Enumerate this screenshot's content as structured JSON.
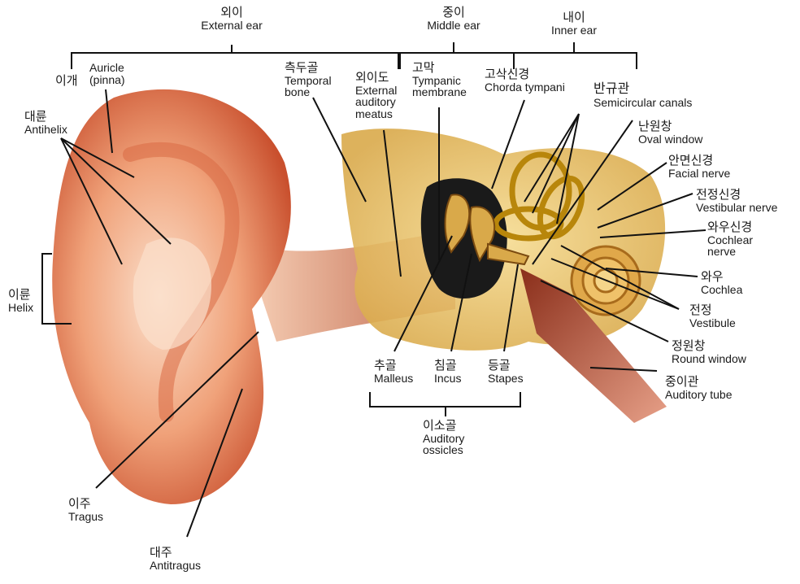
{
  "labels": {
    "external_ear": {
      "ko": "외이",
      "en": "External ear"
    },
    "middle_ear": {
      "ko": "중이",
      "en": "Middle ear"
    },
    "inner_ear": {
      "ko": "내이",
      "en": "Inner ear"
    },
    "auricle": {
      "ko": "이개",
      "en1": "Auricle",
      "en2": "(pinna)"
    },
    "antihelix": {
      "ko": "대륜",
      "en": "Antihelix"
    },
    "helix": {
      "ko": "이륜",
      "en": "Helix"
    },
    "temporal_bone": {
      "ko": "측두골",
      "en1": "Temporal",
      "en2": "bone"
    },
    "external_auditory_meatus": {
      "ko": "외이도",
      "en1": "External",
      "en2": "auditory",
      "en3": "meatus"
    },
    "tympanic_membrane": {
      "ko": "고막",
      "en1": "Tympanic",
      "en2": "membrane"
    },
    "chorda_tympani": {
      "ko": "고삭신경",
      "en": "Chorda tympani"
    },
    "semicircular_canals": {
      "ko": "반규관",
      "en": "Semicircular canals"
    },
    "oval_window": {
      "ko": "난원창",
      "en": "Oval window"
    },
    "facial_nerve": {
      "ko": "안면신경",
      "en": "Facial nerve"
    },
    "vestibular_nerve": {
      "ko": "전정신경",
      "en": "Vestibular nerve"
    },
    "cochlear_nerve": {
      "ko": "와우신경",
      "en1": "Cochlear",
      "en2": "nerve"
    },
    "cochlea": {
      "ko": "와우",
      "en": "Cochlea"
    },
    "vestibule": {
      "ko": "전정",
      "en": "Vestibule"
    },
    "round_window": {
      "ko": "정원창",
      "en": "Round window"
    },
    "auditory_tube": {
      "ko": "중이관",
      "en": "Auditory tube"
    },
    "malleus": {
      "ko": "추골",
      "en": "Malleus"
    },
    "incus": {
      "ko": "침골",
      "en": "Incus"
    },
    "stapes": {
      "ko": "등골",
      "en": "Stapes"
    },
    "auditory_ossicles": {
      "ko": "이소골",
      "en1": "Auditory",
      "en2": "ossicles"
    },
    "tragus": {
      "ko": "이주",
      "en": "Tragus"
    },
    "antitragus": {
      "ko": "대주",
      "en": "Antitragus"
    }
  },
  "colors": {
    "skin_light": "#fbe3cf",
    "skin_mid": "#f0a27a",
    "skin_dark": "#c9502e",
    "bone": "#e9c46a",
    "bone_dark": "#b8860b",
    "cavity": "#1a1a1a",
    "canal": "#b34a2a",
    "line": "#111111"
  }
}
